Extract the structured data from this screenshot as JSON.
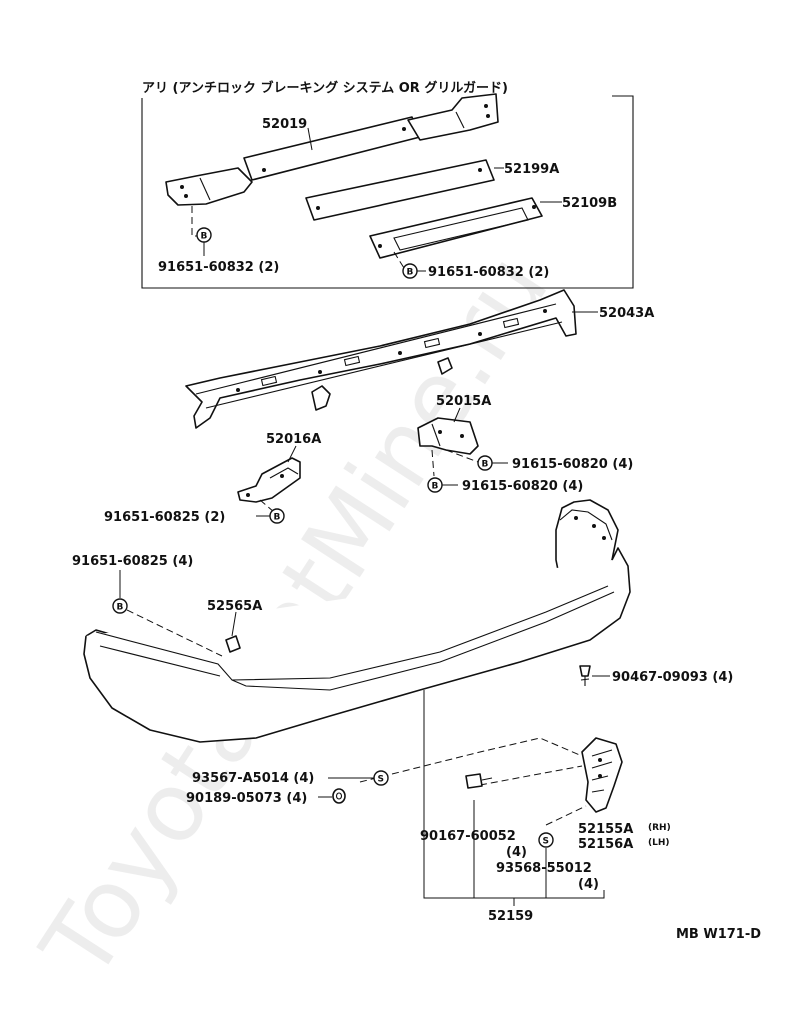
{
  "watermark": "ToyotaCatMine.ru",
  "title": "アリ (アンチロック ブレーキング システム OR グリルガード)",
  "code": "MB  W171-D",
  "parts": {
    "p52019": "52019",
    "p52199A": "52199A",
    "p52109B": "52109B",
    "p91651_60832_left": "91651-60832 (2)",
    "p91651_60832_right": "91651-60832 (2)",
    "p52043A": "52043A",
    "p52015A": "52015A",
    "p91615_60820_a": "91615-60820 (4)",
    "p91615_60820_b": "91615-60820 (4)",
    "p52016A": "52016A",
    "p91651_60825_2": "91651-60825 (2)",
    "p91651_60825_4": "91651-60825 (4)",
    "p52565A": "52565A",
    "p90467_09093": "90467-09093 (4)",
    "p93567_A5014": "93567-A5014 (4)",
    "p90189_05073": "90189-05073 (4)",
    "p90167_60052": "90167-60052",
    "p90167_60052_qty": "(4)",
    "p52155A": "52155A",
    "p52155A_side": "(RH)",
    "p52156A": "52156A",
    "p52156A_side": "(LH)",
    "p93568_55012": "93568-55012",
    "p93568_55012_qty": "(4)",
    "p52159": "52159"
  },
  "symbols": {
    "bolt": "B",
    "screw": "S"
  }
}
